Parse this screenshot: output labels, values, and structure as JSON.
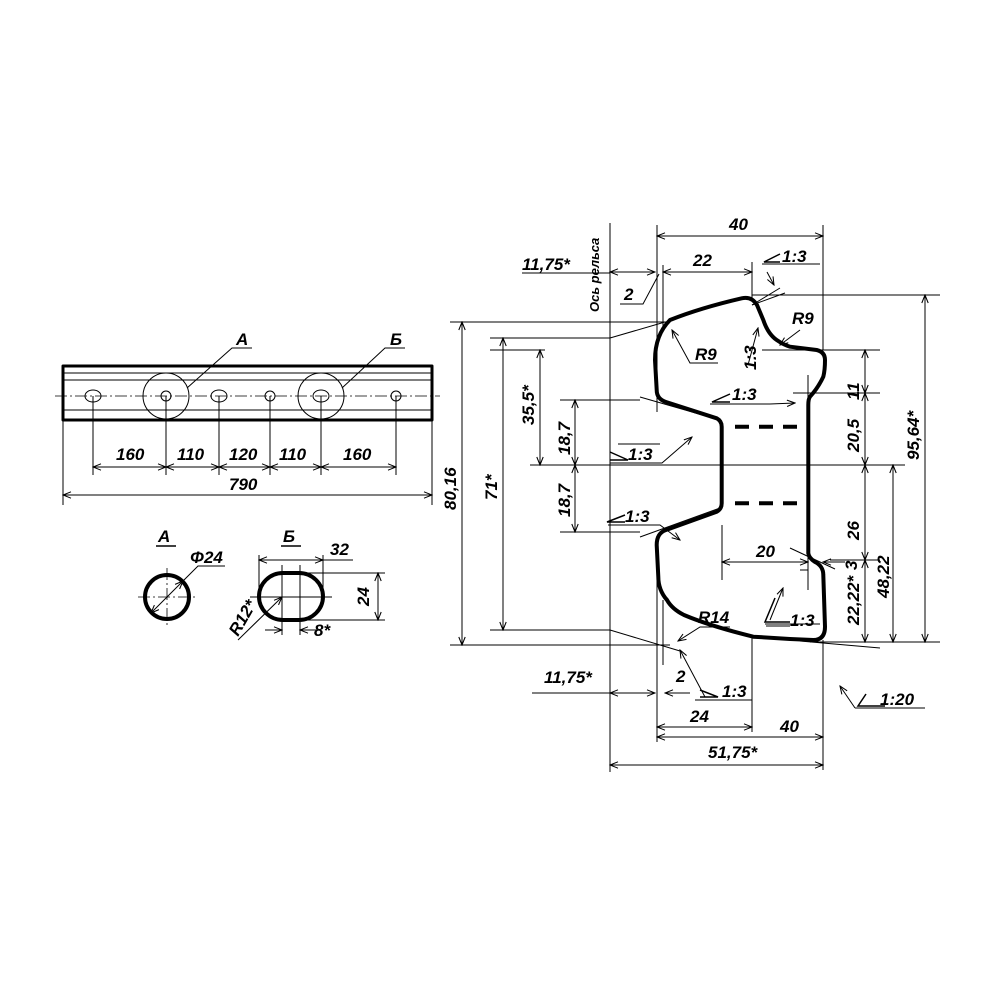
{
  "rail_view": {
    "callouts": {
      "a": "А",
      "b": "Б"
    },
    "spacing": [
      "160",
      "110",
      "120",
      "110",
      "160"
    ],
    "overall_length": "790"
  },
  "detail_a": {
    "title": "А",
    "diameter": "Φ24"
  },
  "detail_b": {
    "title": "Б",
    "length": "32",
    "height": "24",
    "radius": "R12*",
    "offset": "8*"
  },
  "profile": {
    "rail_axis": "Ось рельса",
    "top_width": "40",
    "top_22": "22",
    "top_offset": "11,75*",
    "top_2": "2",
    "slope_top": "1:3",
    "r9_right": "R9",
    "r9_left": "R9",
    "slope_vertical": "1:3",
    "slope_mid": "1:3",
    "dim_11": "11",
    "dim_20_5": "20,5",
    "dim_95_64": "95,64*",
    "dim_26": "26",
    "dim_3": "3",
    "dim_20": "20",
    "dim_48_22": "48,22",
    "dim_22_22": "22,22*",
    "slope_lower_right": "1:3",
    "r14": "R14",
    "slope_1_20": "1:20",
    "bottom_offset": "11,75*",
    "bottom_2": "2",
    "slope_bottom": "1:3",
    "bottom_24": "24",
    "bottom_40": "40",
    "bottom_51_75": "51,75*",
    "dim_80_16": "80,16",
    "dim_71": "71*",
    "dim_35_5": "35,5*",
    "dim_18_7_top": "18,7",
    "dim_18_7_bottom": "18,7",
    "slope_left_upper": "1:3",
    "slope_left_lower": "1:3"
  }
}
